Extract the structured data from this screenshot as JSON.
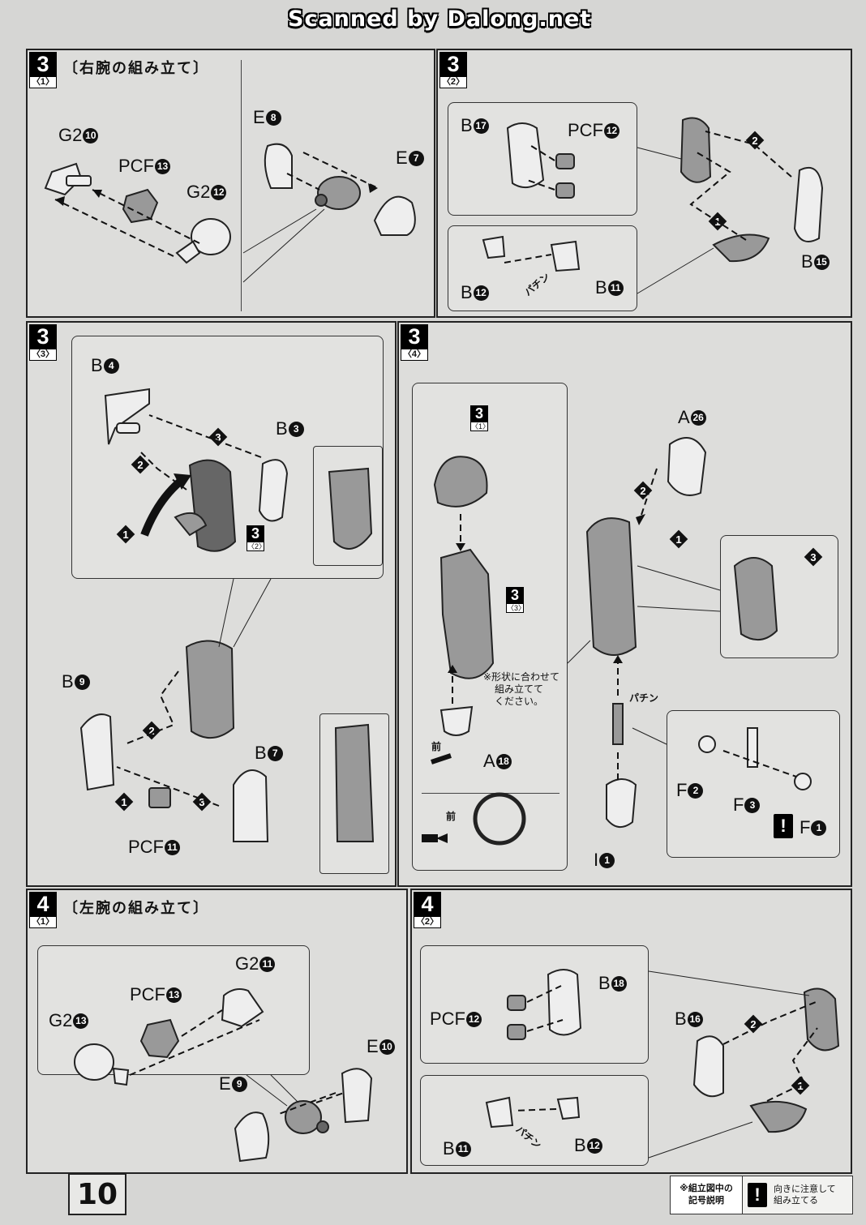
{
  "watermark": "Scanned by Dalong.net",
  "page_number": "10",
  "sections": {
    "s3_1": {
      "step": "3",
      "sub": "〈1〉",
      "title": "〔右腕の組み立て〕",
      "labels": {
        "g2_10": "G2",
        "n_g2_10": "10",
        "pcf_13": "PCF",
        "n_pcf_13": "13",
        "g2_12": "G2",
        "n_g2_12": "12",
        "e8": "E",
        "n_e8": "8",
        "e7": "E",
        "n_e7": "7"
      }
    },
    "s3_2": {
      "step": "3",
      "sub": "〈2〉",
      "labels": {
        "b17": "B",
        "n_b17": "17",
        "pcf12": "PCF",
        "n_pcf12": "12",
        "b12": "B",
        "n_b12": "12",
        "b11": "B",
        "n_b11": "11",
        "b15": "B",
        "n_b15": "15",
        "click": "パチン"
      },
      "arrows": [
        "2",
        "1"
      ]
    },
    "s3_3": {
      "step": "3",
      "sub": "〈3〉",
      "labels": {
        "b4": "B",
        "n_b4": "4",
        "b3": "B",
        "n_b3": "3",
        "b9": "B",
        "n_b9": "9",
        "b7": "B",
        "n_b7": "7",
        "pcf11": "PCF",
        "n_pcf11": "11"
      },
      "ref": {
        "step": "3",
        "sub": "〈2〉"
      },
      "arrows": [
        "3",
        "2",
        "1",
        "2",
        "1",
        "3"
      ]
    },
    "s3_4": {
      "step": "3",
      "sub": "〈4〉",
      "labels": {
        "a26": "A",
        "n_a26": "26",
        "a18": "A",
        "n_a18": "18",
        "f2": "F",
        "n_f2": "2",
        "f3": "F",
        "n_f3": "3",
        "f1": "F",
        "n_f1": "1",
        "i1": "I",
        "n_i1": "1",
        "front1": "前",
        "front2": "前",
        "click": "パチン",
        "excl": "!"
      },
      "refs": [
        {
          "step": "3",
          "sub": "〈1〉"
        },
        {
          "step": "3",
          "sub": "〈3〉"
        }
      ],
      "note": [
        "※形状に合わせて",
        "組み立てて",
        "ください。"
      ],
      "arrows": [
        "2",
        "1",
        "3"
      ]
    },
    "s4_1": {
      "step": "4",
      "sub": "〈1〉",
      "title": "〔左腕の組み立て〕",
      "labels": {
        "g2_11": "G2",
        "n_g2_11": "11",
        "pcf13": "PCF",
        "n_pcf13": "13",
        "g2_13": "G2",
        "n_g2_13": "13",
        "e10": "E",
        "n_e10": "10",
        "e9": "E",
        "n_e9": "9"
      }
    },
    "s4_2": {
      "step": "4",
      "sub": "〈2〉",
      "labels": {
        "b18": "B",
        "n_b18": "18",
        "pcf12": "PCF",
        "n_pcf12": "12",
        "b16": "B",
        "n_b16": "16",
        "b11": "B",
        "n_b11": "11",
        "b12": "B",
        "n_b12": "12",
        "click": "パチン"
      },
      "arrows": [
        "2",
        "1"
      ]
    }
  },
  "legend": {
    "caption": [
      "※組立図中の",
      "記号説明"
    ],
    "icon": "!",
    "text": [
      "向きに注意して",
      "組み立てる"
    ]
  }
}
